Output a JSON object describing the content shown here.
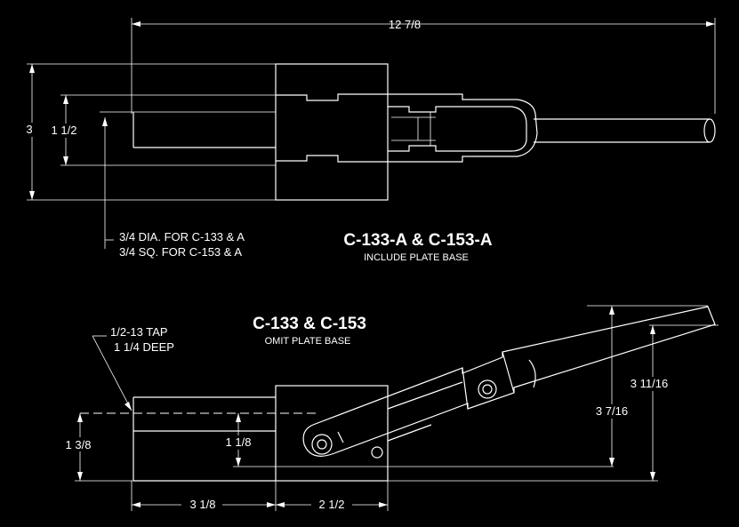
{
  "top_view": {
    "title": "C-133-A & C-153-A",
    "subtitle": "INCLUDE PLATE BASE",
    "dims": {
      "overall_length": "12 7/8",
      "height": "3",
      "bar_width": "1 1/2"
    },
    "notes": [
      "3/4 DIA. FOR C-133 & A",
      "3/4 SQ. FOR C-153 & A"
    ]
  },
  "side_view": {
    "title": "C-133 & C-153",
    "subtitle": "OMIT PLATE BASE",
    "notes": [
      "1/2-13 TAP",
      "1 1/4 DEEP"
    ],
    "dims": {
      "left_height": "1 3/8",
      "center_height": "1 1/8",
      "rise_a": "3 7/16",
      "rise_b": "3 11/16",
      "plunger_length": "3 1/8",
      "body_length": "2 1/2"
    }
  }
}
